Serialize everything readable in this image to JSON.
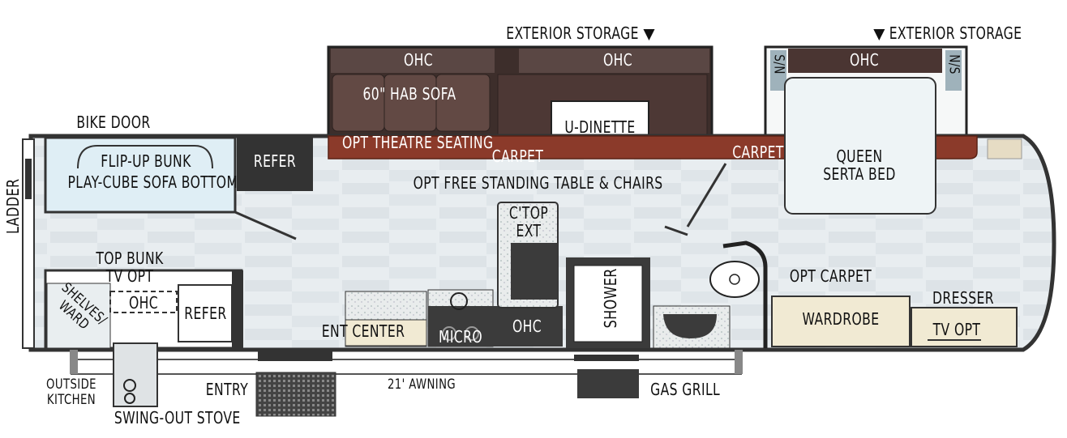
{
  "colors": {
    "dark_brown": "#4a3532",
    "carpet_red": "#8b3a2a",
    "floor": "#e6ebee",
    "wall": "#333333",
    "furniture_light": "#f1ead3",
    "cabinet_dark": "#3b3b3b",
    "bed_light": "#eef4f6"
  },
  "labels": {
    "exterior_storage_1": "EXTERIOR STORAGE",
    "exterior_storage_2": "EXTERIOR STORAGE",
    "ohc_sofa": "OHC",
    "hab_sofa": "60\" HAB SOFA",
    "ohc_dinette": "OHC",
    "u_dinette": "U-DINETTE",
    "opt_theatre_seating": "OPT THEATRE SEATING",
    "carpet_1": "CARPET",
    "carpet_2": "CARPET",
    "ohc_bed": "OHC",
    "sn": "S/N",
    "ns": "N/S",
    "queen_bed": "QUEEN\nSERTA BED",
    "bike_door": "BIKE DOOR",
    "flip_up_bunk": "FLIP-UP BUNK",
    "play_cube": "PLAY-CUBE SOFA BOTTOM",
    "refer_top": "REFER",
    "opt_table": "OPT FREE STANDING TABLE & CHAIRS",
    "ladder": "LADDER",
    "ctop_ext": "C'TOP\nEXT",
    "top_bunk": "TOP BUNK\nTV OPT",
    "ohc_bunk": "OHC",
    "refer_bunk": "REFER",
    "shelves_ward": "SHELVES/\nWARD",
    "ent_center": "ENT CENTER",
    "micro": "MICRO",
    "ohc_kitchen": "OHC",
    "shower": "SHOWER",
    "opt_carpet": "OPT CARPET",
    "wardrobe": "WARDROBE",
    "dresser": "DRESSER",
    "tv_opt": "TV OPT",
    "outside_kitchen": "OUTSIDE\nKITCHEN",
    "entry": "ENTRY",
    "awning": "21' AWNING",
    "gas_grill": "GAS GRILL",
    "swing_out_stove": "SWING-OUT STOVE"
  }
}
